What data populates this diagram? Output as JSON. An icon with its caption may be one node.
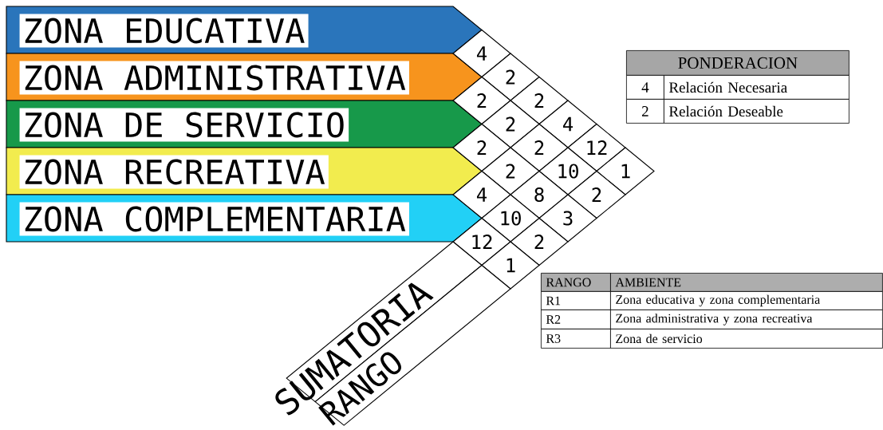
{
  "diagram": {
    "nodes": [
      {
        "text": [
          "ZONA EDUCATIVA"
        ]
      },
      {
        "text": [
          "ZONA ADMINISTRATIVA"
        ]
      },
      {
        "text": [
          "ZONA DE SERVICIO"
        ]
      },
      {
        "text": [
          "ZONA RECREATIVA"
        ]
      },
      {
        "text": [
          "ZONA COMPLEMENTARIA"
        ]
      },
      {
        "text": [
          "4"
        ]
      },
      {
        "text": [
          "2"
        ]
      },
      {
        "text": [
          "2"
        ]
      },
      {
        "text": [
          "2"
        ]
      },
      {
        "text": [
          "2"
        ]
      },
      {
        "text": [
          "4"
        ]
      },
      {
        "text": [
          "2"
        ]
      },
      {
        "text": [
          "2"
        ]
      },
      {
        "text": [
          "12"
        ]
      },
      {
        "text": [
          "2"
        ]
      },
      {
        "text": [
          "10"
        ]
      },
      {
        "text": [
          "1"
        ]
      },
      {
        "text": [
          "4"
        ]
      },
      {
        "text": [
          "8"
        ]
      },
      {
        "text": [
          "2"
        ]
      },
      {
        "text": [
          "10"
        ]
      },
      {
        "text": [
          "3"
        ]
      },
      {
        "text": [
          "12"
        ]
      },
      {
        "text": [
          "2"
        ]
      },
      {
        "text": [
          "1"
        ]
      },
      {
        "text": [
          "SUMATORIA"
        ]
      },
      {
        "text": [
          "RANGO"
        ]
      }
    ],
    "labels": [
      "PONDERACION",
      "4",
      "Relación Necesaria",
      "2",
      "Relación Deseable",
      "RANGO",
      "AMBIENTE",
      "R1",
      "Zona educativa y zona complementaria",
      "R2",
      "Zona administrativa y zona recreativa",
      "R3",
      "Zona de servicio"
    ]
  }
}
